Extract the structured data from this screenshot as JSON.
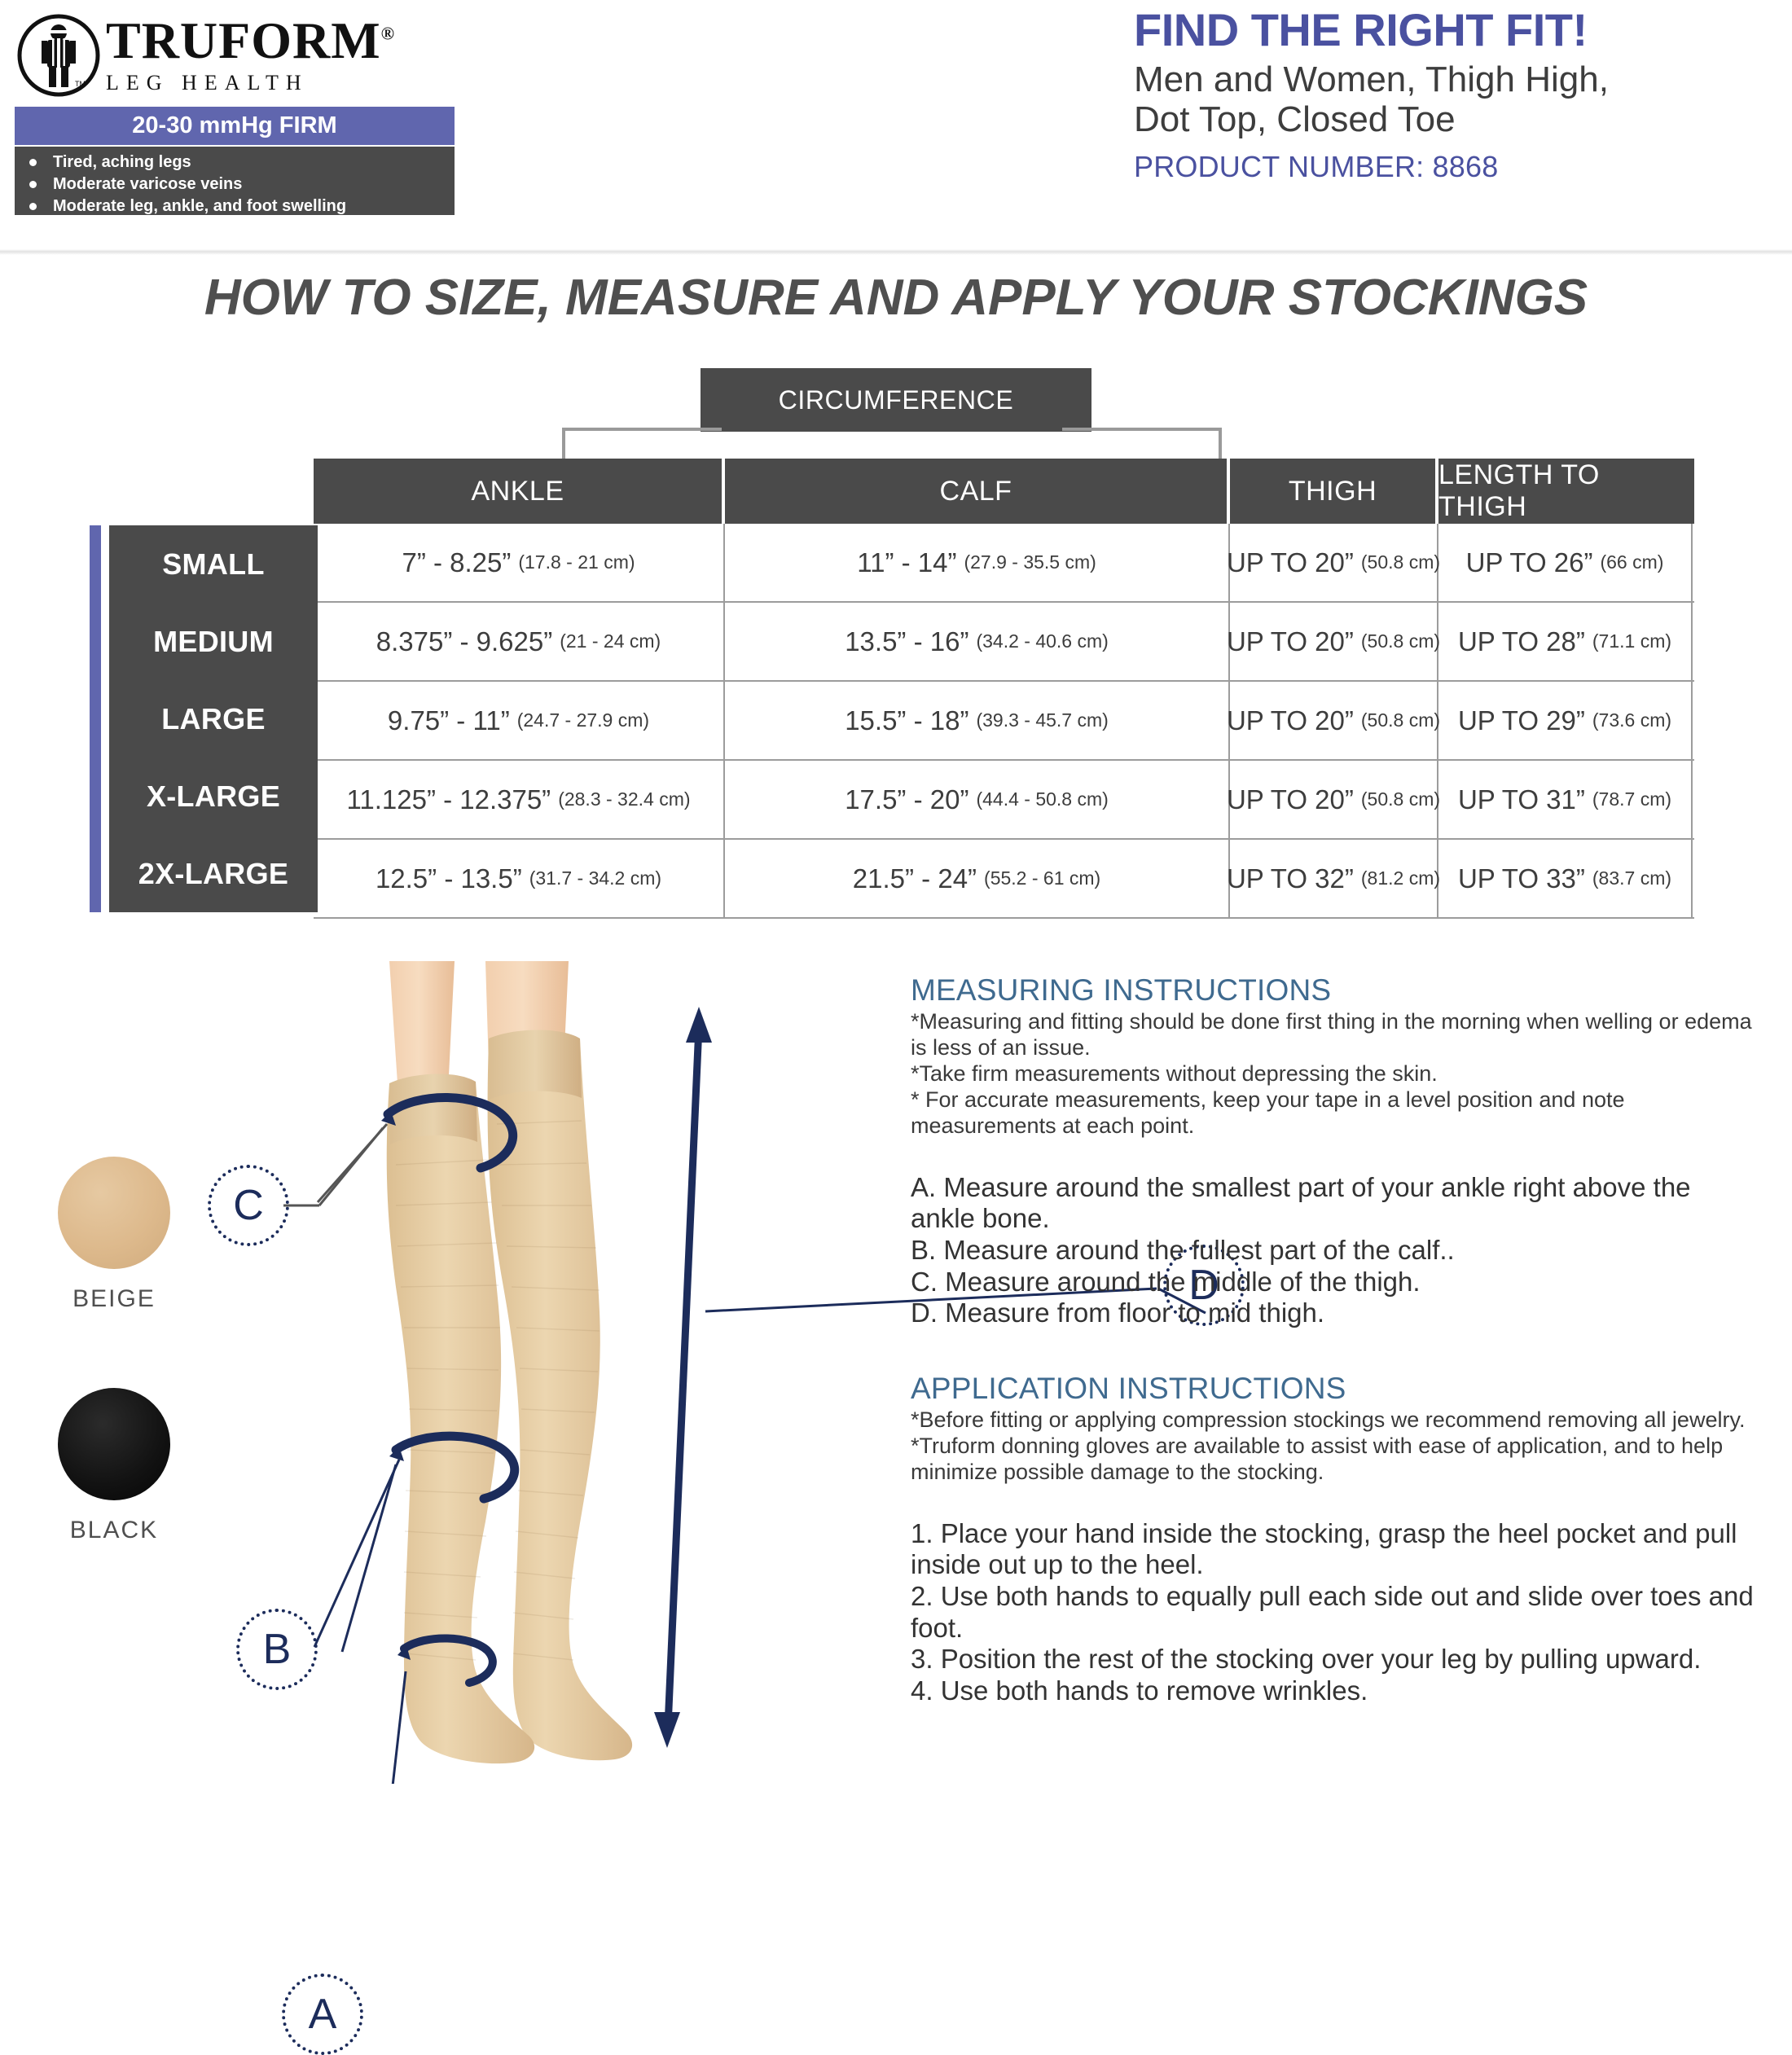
{
  "brand": {
    "logo_icon": "truform-person-circle-logo",
    "name": "TRUFORM",
    "registered_mark": "®",
    "tagline": "LEG HEALTH",
    "trademark": "TM"
  },
  "compression": {
    "banner": "20-30 mmHg FIRM",
    "banner_color": "#6066ae",
    "benefits": [
      "Tired, aching legs",
      "Moderate varicose veins",
      "Moderate leg, ankle, and foot swelling"
    ]
  },
  "product": {
    "headline": "FIND THE RIGHT FIT!",
    "description_line1": "Men and Women, Thigh High,",
    "description_line2": "Dot Top, Closed Toe",
    "product_number_label": "PRODUCT NUMBER: 8868",
    "accent_color": "#4a51a0"
  },
  "section_title": "HOW TO SIZE, MEASURE AND APPLY YOUR STOCKINGS",
  "table": {
    "group_header": "CIRCUMFERENCE",
    "columns": [
      "ANKLE",
      "CALF",
      "THIGH",
      "LENGTH TO THIGH"
    ],
    "rows": [
      {
        "size": "SMALL",
        "ankle_in": "7” - 8.25”",
        "ankle_cm": "(17.8 - 21 cm)",
        "calf_in": "11” - 14”",
        "calf_cm": "(27.9 - 35.5 cm)",
        "thigh_in": "UP TO 20”",
        "thigh_cm": "(50.8 cm)",
        "length_in": "UP TO 26”",
        "length_cm": "(66 cm)"
      },
      {
        "size": "MEDIUM",
        "ankle_in": "8.375” - 9.625”",
        "ankle_cm": "(21 - 24 cm)",
        "calf_in": "13.5” - 16”",
        "calf_cm": "(34.2 - 40.6 cm)",
        "thigh_in": "UP TO 20”",
        "thigh_cm": "(50.8 cm)",
        "length_in": "UP TO 28”",
        "length_cm": "(71.1 cm)"
      },
      {
        "size": "LARGE",
        "ankle_in": "9.75” - 11”",
        "ankle_cm": "(24.7 - 27.9 cm)",
        "calf_in": "15.5” - 18”",
        "calf_cm": "(39.3 - 45.7 cm)",
        "thigh_in": "UP TO 20”",
        "thigh_cm": "(50.8 cm)",
        "length_in": "UP TO 29”",
        "length_cm": "(73.6 cm)"
      },
      {
        "size": "X-LARGE",
        "ankle_in": "11.125” - 12.375”",
        "ankle_cm": "(28.3 - 32.4 cm)",
        "calf_in": "17.5” - 20”",
        "calf_cm": "(44.4 - 50.8 cm)",
        "thigh_in": "UP TO 20”",
        "thigh_cm": "(50.8 cm)",
        "length_in": "UP TO 31”",
        "length_cm": "(78.7 cm)"
      },
      {
        "size": "2X-LARGE",
        "ankle_in": "12.5” - 13.5”",
        "ankle_cm": "(31.7 - 34.2 cm)",
        "calf_in": "21.5” - 24”",
        "calf_cm": "(55.2 - 61 cm)",
        "thigh_in": "UP TO 32”",
        "thigh_cm": "(81.2 cm)",
        "length_in": "UP TO 33”",
        "length_cm": "(83.7 cm)"
      }
    ]
  },
  "colors": [
    {
      "label": "BEIGE",
      "hex": "#ddb98c"
    },
    {
      "label": "BLACK",
      "hex": "#111111"
    }
  ],
  "diagram": {
    "callouts": [
      "A",
      "B",
      "C",
      "D"
    ],
    "callout_color": "#1c2c5b"
  },
  "measuring": {
    "heading": "MEASURING INSTRUCTIONS",
    "notes": [
      "*Measuring and fitting should be done first thing in the morning when welling or edema is less of an issue.",
      "*Take firm measurements without depressing the skin.",
      "* For accurate measurements, keep your tape in a level position and note measurements at each point."
    ],
    "points": [
      "A. Measure around the smallest part of your ankle right above the ankle bone.",
      "B. Measure around the fullest part of the calf..",
      "C. Measure around the middle of the thigh.",
      "D. Measure from floor to mid thigh."
    ]
  },
  "application": {
    "heading": "APPLICATION INSTRUCTIONS",
    "notes": [
      "*Before fitting or applying compression stockings we recommend removing all jewelry.",
      "*Truform donning gloves are available to assist with ease of application, and to help minimize possible damage to the stocking."
    ],
    "steps": [
      "1. Place your hand inside the stocking, grasp the heel pocket and pull inside out up to the heel.",
      "2. Use both hands to equally pull each side out and slide over toes and foot.",
      "3. Position the rest of the stocking over your leg by pulling upward.",
      "4. Use both hands to remove wrinkles."
    ]
  }
}
